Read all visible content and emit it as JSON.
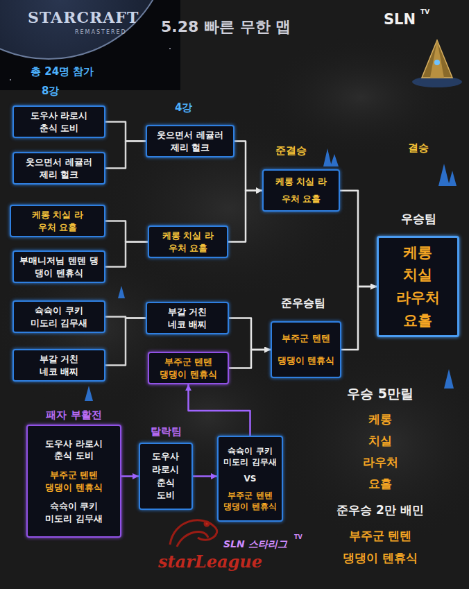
{
  "diagram": {
    "title": "5.28 빠른 무한 맵",
    "nodes": [
      {
        "text": [
          "도우사 라로시 춘식 도비"
        ]
      },
      {
        "text": [
          "웃으면서 레귤러 제리 헐크"
        ]
      },
      {
        "text": [
          "케롱 치실 라우처 요홀"
        ]
      },
      {
        "text": [
          "부매니저님 텐텐 댕댕이 텐휴식"
        ]
      },
      {
        "text": [
          "슉슉이 쿠키 미도리 김무새"
        ]
      },
      {
        "text": [
          "부갈 거친 네코 배찌"
        ]
      },
      {
        "text": [
          "웃으면서 레귤러 제리 헐크"
        ]
      },
      {
        "text": [
          "케롱 치실 라우처 요홀"
        ]
      },
      {
        "text": [
          "부갈 거친 네코 배찌"
        ]
      },
      {
        "text": [
          "부주군 텐텐 댕댕이 텐휴식"
        ]
      },
      {
        "text": [
          "케롱 치실 라우처 요홀"
        ]
      },
      {
        "text": [
          "부주군 텐텐 댕댕이 텐휴식"
        ]
      },
      {
        "text": [
          "케롱 치실 라우처 요홀"
        ]
      },
      {
        "text": [
          "패자 부활전",
          "도우사 라로시 춘식 도비",
          "부주군 텐텐 댕댕이 텐휴식",
          "슉슉이 쿠키 미도리 김무새"
        ]
      },
      {
        "text": [
          "탈락팀",
          "도우사 라로시 춘식 도비"
        ]
      },
      {
        "text": [
          "슉슉이 쿠키 미도리 김무새",
          "VS",
          "부주군 텐텐 댕댕이 텐휴식"
        ]
      }
    ],
    "edges": [
      {
        "from": 0,
        "to": 6,
        "arrow": "none"
      },
      {
        "from": 1,
        "to": 6,
        "arrow": "none"
      },
      {
        "from": 2,
        "to": 7,
        "arrow": "none"
      },
      {
        "from": 3,
        "to": 7,
        "arrow": "none"
      },
      {
        "from": 4,
        "to": 8,
        "arrow": "none"
      },
      {
        "from": 5,
        "to": 8,
        "arrow": "none"
      },
      {
        "from": 6,
        "to": 10,
        "arrow": "to"
      },
      {
        "from": 7,
        "to": 10,
        "arrow": "to"
      },
      {
        "from": 8,
        "to": 11,
        "arrow": "to"
      },
      {
        "from": 9,
        "to": 11,
        "arrow": "to"
      },
      {
        "from": 10,
        "to": 12,
        "arrow": "to"
      },
      {
        "from": 11,
        "to": 12,
        "arrow": "to"
      },
      {
        "from": 13,
        "to": 14,
        "arrow": "to"
      },
      {
        "from": 14,
        "to": 15,
        "arrow": "to"
      },
      {
        "from": 15,
        "to": 9,
        "arrow": "to"
      }
    ],
    "labels": [
      "STARCRAFT",
      "REMASTERED",
      "SLN",
      "TV",
      "총 24명 참가",
      "8강",
      "4강",
      "준결승",
      "결승",
      "우승팀",
      "준우승팀",
      "우승 5만릴",
      "케롱",
      "치실",
      "라우처",
      "요홀",
      "준우승 2만 배민",
      "부주군 텐텐",
      "댕댕이 텐휴식",
      "SLN 스타리그",
      "TV",
      "starLeague"
    ]
  }
}
